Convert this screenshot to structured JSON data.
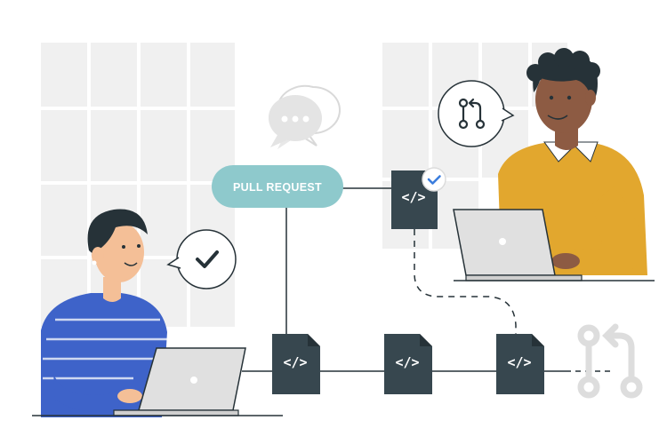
{
  "pull_request": {
    "label": "PULL REQUEST"
  },
  "files": [
    {
      "name": "file-card-upper",
      "code": "</>",
      "checked": true
    },
    {
      "name": "file-card-1",
      "code": "</>",
      "checked": false
    },
    {
      "name": "file-card-2",
      "code": "</>",
      "checked": false
    },
    {
      "name": "file-card-3",
      "code": "</>",
      "checked": false
    }
  ],
  "colors": {
    "accent_teal": "#8ec9cc",
    "file_dark": "#37474f",
    "skin_dark": "#8d5b43",
    "skin_light": "#f4bf97",
    "shirt_mustard": "#e2a72e",
    "shirt_blue": "#3e63c9",
    "check_blue": "#3b7ddd",
    "grid_gray": "#f0f0f0"
  },
  "icons": [
    "chat-bubbles-icon",
    "pull-request-icon",
    "checkmark-icon",
    "laptop-icon"
  ]
}
